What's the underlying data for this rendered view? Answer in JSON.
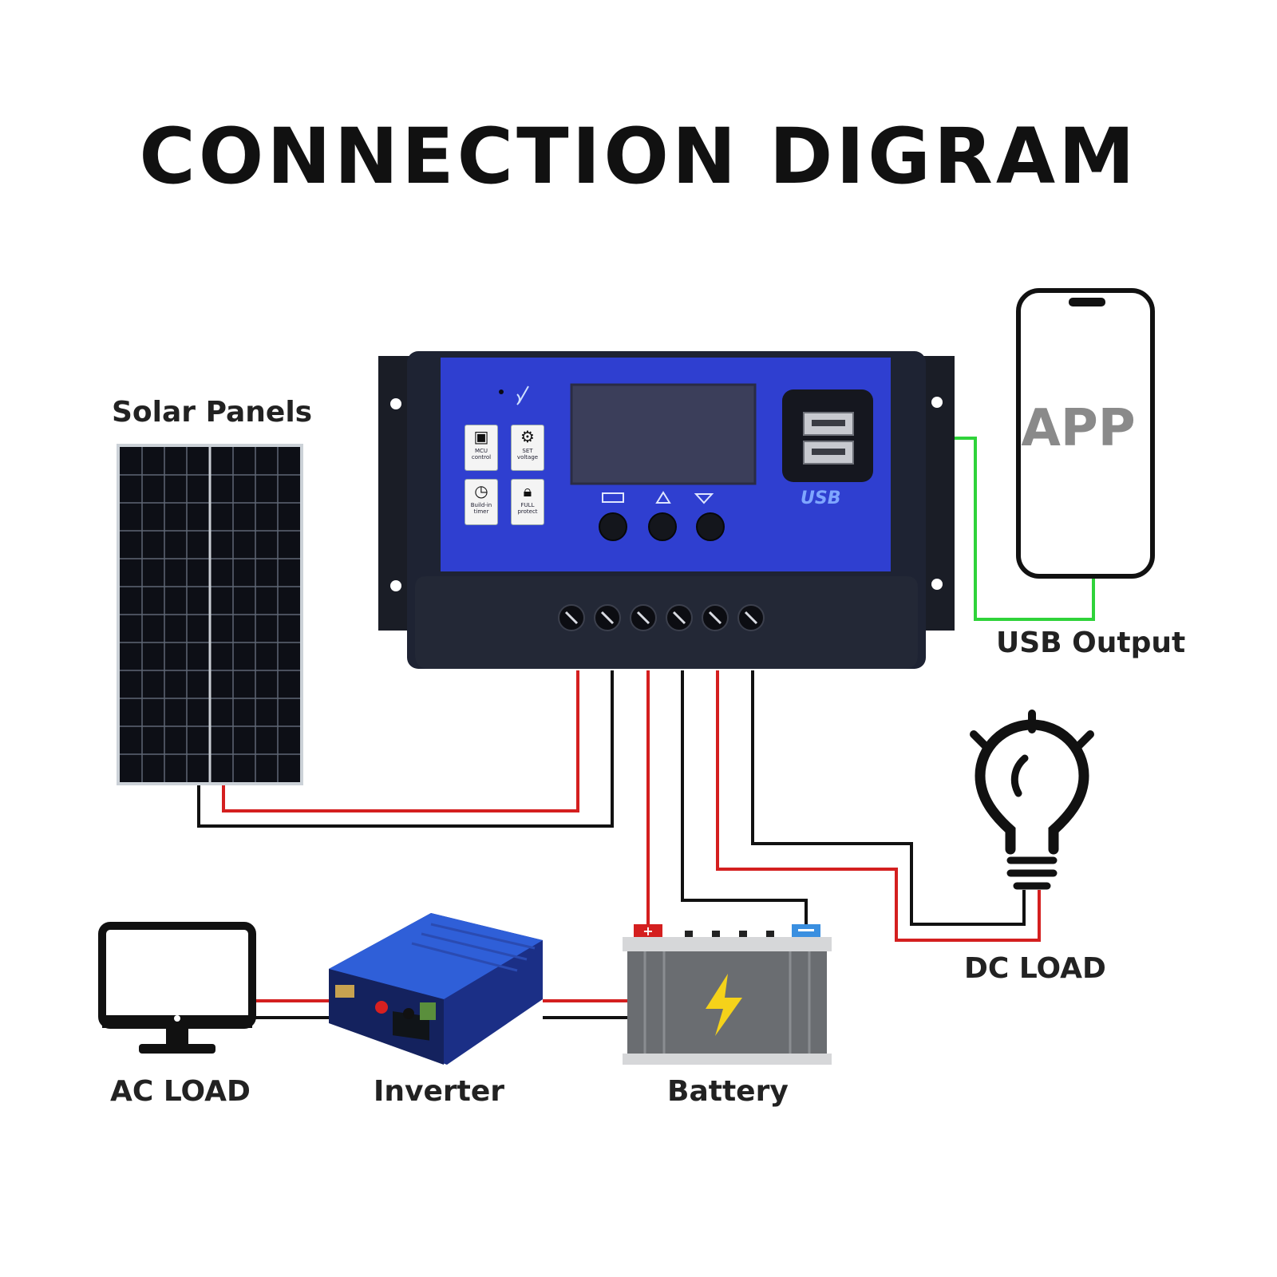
{
  "title": "CONNECTION DIGRAM",
  "labels": {
    "solar_panels": "Solar Panels",
    "usb_output": "USB Output",
    "dc_load": "DC LOAD",
    "ac_load": "AC LOAD",
    "inverter": "Inverter",
    "battery": "Battery"
  },
  "phone": {
    "screen_text": "APP"
  },
  "controller": {
    "usb_label": "USB",
    "feature_chips": [
      {
        "line1": "MCU",
        "line2": "control",
        "icon": "chip-icon"
      },
      {
        "line1": "SET",
        "line2": "voltage",
        "icon": "gear-icon"
      },
      {
        "line1": "Build-in",
        "line2": "timer",
        "icon": "clock-icon"
      },
      {
        "line1": "FULL",
        "line2": "protect",
        "icon": "lock-icon"
      }
    ],
    "buttons": [
      "menu-button",
      "up-button",
      "down-button"
    ],
    "terminal_count": 6
  },
  "colors": {
    "positive_wire": "#d41f1f",
    "negative_wire": "#111111",
    "usb_wire": "#2fd33a",
    "controller_face": "#2f3fd0",
    "controller_body": "#1e2333"
  }
}
